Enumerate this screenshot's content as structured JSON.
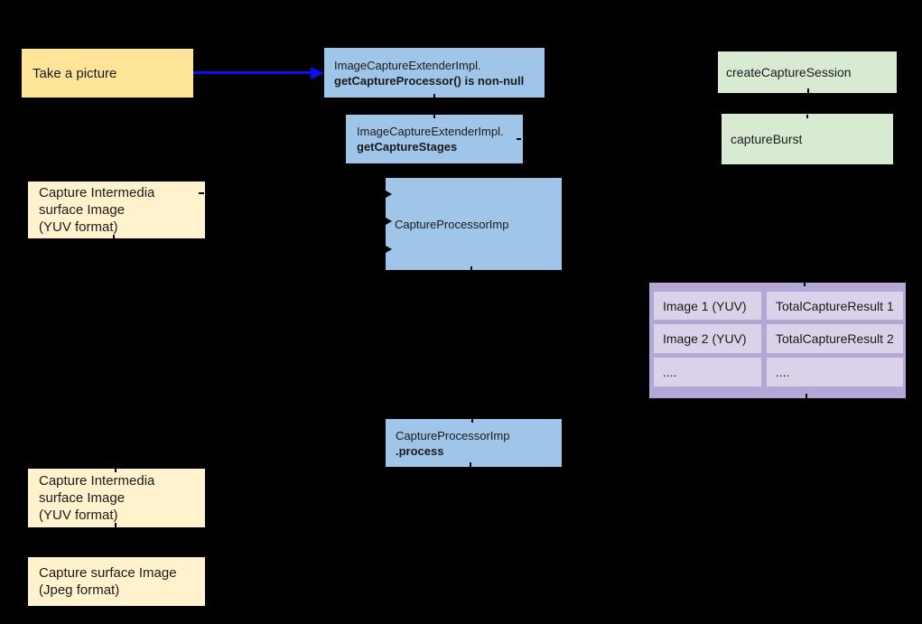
{
  "diagram": {
    "background_color": "#000000",
    "flow_arrow_color": "#0511F2",
    "colors": {
      "yellow": "#FFE599",
      "cream": "#FFF2CC",
      "blue": "#9FC5E8",
      "green": "#D9EAD3",
      "table_outer": "#B4A7D6",
      "table_cell": "#D9D2E9"
    },
    "nodes": {
      "take_picture": {
        "label": "Take a picture"
      },
      "get_capture_processor": {
        "line1": "ImageCaptureExtenderImpl.",
        "line2": "getCaptureProcessor() is non-null"
      },
      "get_capture_stages": {
        "line1": "ImageCaptureExtenderImpl.",
        "line2": "getCaptureStages"
      },
      "create_capture_session": {
        "label": "createCaptureSession"
      },
      "capture_burst": {
        "label": "captureBurst"
      },
      "capture_intermedia_yuv_1": {
        "line1": "Capture Intermedia",
        "line2": "surface Image",
        "line3": "(YUV format)"
      },
      "capture_processor_imp": {
        "label": "CaptureProcessorImp"
      },
      "capture_processor_process": {
        "line1": "CaptureProcessorImp",
        "line2": ".process"
      },
      "capture_intermedia_yuv_2": {
        "line1": "Capture Intermedia",
        "line2": "surface Image",
        "line3": "(YUV format)"
      },
      "capture_surface_jpeg": {
        "line1": "Capture surface Image",
        "line2": "(Jpeg format)"
      }
    },
    "result_table": {
      "rows": [
        [
          "Image 1 (YUV)",
          "TotalCaptureResult 1"
        ],
        [
          "Image 2 (YUV)",
          "TotalCaptureResult 2"
        ],
        [
          "....",
          "...."
        ]
      ]
    }
  }
}
